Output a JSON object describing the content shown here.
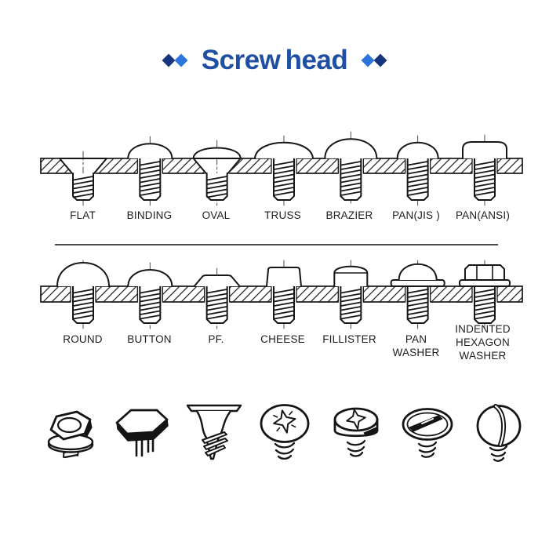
{
  "title": {
    "text": "Screw head"
  },
  "decor": {
    "left_diamonds": [
      "dark",
      "light"
    ],
    "right_diamonds": [
      "light",
      "dark"
    ]
  },
  "colors": {
    "title_blue": "#1e4fa3",
    "diamond_dark": "#17357f",
    "diamond_light": "#2d74dc",
    "ink": "#161616",
    "hatch": "#242424",
    "divider": "#4a4a4a"
  },
  "profile_rows": [
    {
      "name": "head-profile-row-1",
      "items": [
        {
          "id": "flat",
          "label": "FLAT"
        },
        {
          "id": "binding",
          "label": "BINDING"
        },
        {
          "id": "oval",
          "label": "OVAL"
        },
        {
          "id": "truss",
          "label": "TRUSS"
        },
        {
          "id": "brazier",
          "label": "BRAZIER"
        },
        {
          "id": "pan_jis",
          "label": "PAN(JIS )"
        },
        {
          "id": "pan_ansi",
          "label": "PAN(ANSI)"
        }
      ]
    },
    {
      "name": "head-profile-row-2",
      "items": [
        {
          "id": "round",
          "label": "ROUND"
        },
        {
          "id": "button",
          "label": "BUTTON"
        },
        {
          "id": "pf",
          "label": "PF."
        },
        {
          "id": "cheese",
          "label": "CHEESE"
        },
        {
          "id": "fillister",
          "label": "FILLISTER"
        },
        {
          "id": "pan_washer",
          "label": "PAN WASHER"
        },
        {
          "id": "hex_washer",
          "label": "INDENTED HEXAGON WASHER"
        }
      ]
    }
  ],
  "bottom_icons": [
    {
      "id": "hex-washer-head-screw-3d"
    },
    {
      "id": "hex-head-screw-3d"
    },
    {
      "id": "flat-countersunk-screw-3d"
    },
    {
      "id": "phillips-truss-head-screw-3d"
    },
    {
      "id": "phillips-pan-head-screw-3d"
    },
    {
      "id": "slotted-truss-head-screw-3d"
    },
    {
      "id": "slotted-round-head-screw-3d"
    }
  ]
}
